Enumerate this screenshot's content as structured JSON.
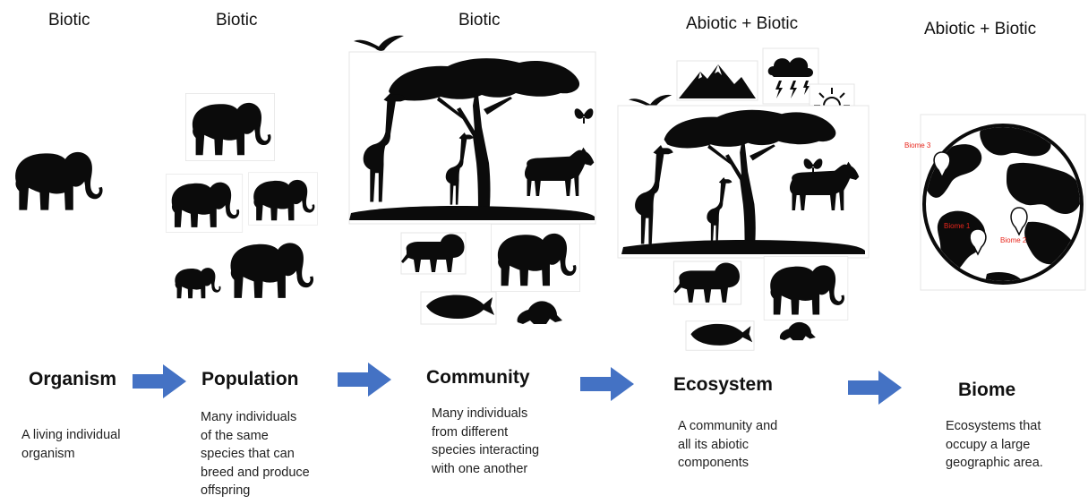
{
  "top_labels": [
    "Biotic",
    "Biotic",
    "Biotic",
    "Abiotic + Biotic",
    "Abiotic + Biotic"
  ],
  "stages": [
    {
      "title": "Organism",
      "description": [
        "A living individual",
        "organism"
      ]
    },
    {
      "title": "Population",
      "description": [
        "Many individuals",
        "of the same",
        "species that can",
        "breed and produce",
        "offspring"
      ]
    },
    {
      "title": "Community",
      "description": [
        "Many individuals",
        "from different",
        "species interacting",
        "with one another"
      ]
    },
    {
      "title": "Ecosystem",
      "description": [
        "A community and",
        "all its abiotic",
        "components"
      ]
    },
    {
      "title": "Biome",
      "description": [
        "Ecosystems that",
        "occupy a large",
        "geographic area."
      ]
    }
  ],
  "biome_markers": [
    "Biome 3",
    "Biome 1",
    "Biome 2"
  ],
  "colors": {
    "arrow": "#4472c4",
    "silhouette": "#0b0b0b",
    "marker_text": "#e8261c"
  }
}
